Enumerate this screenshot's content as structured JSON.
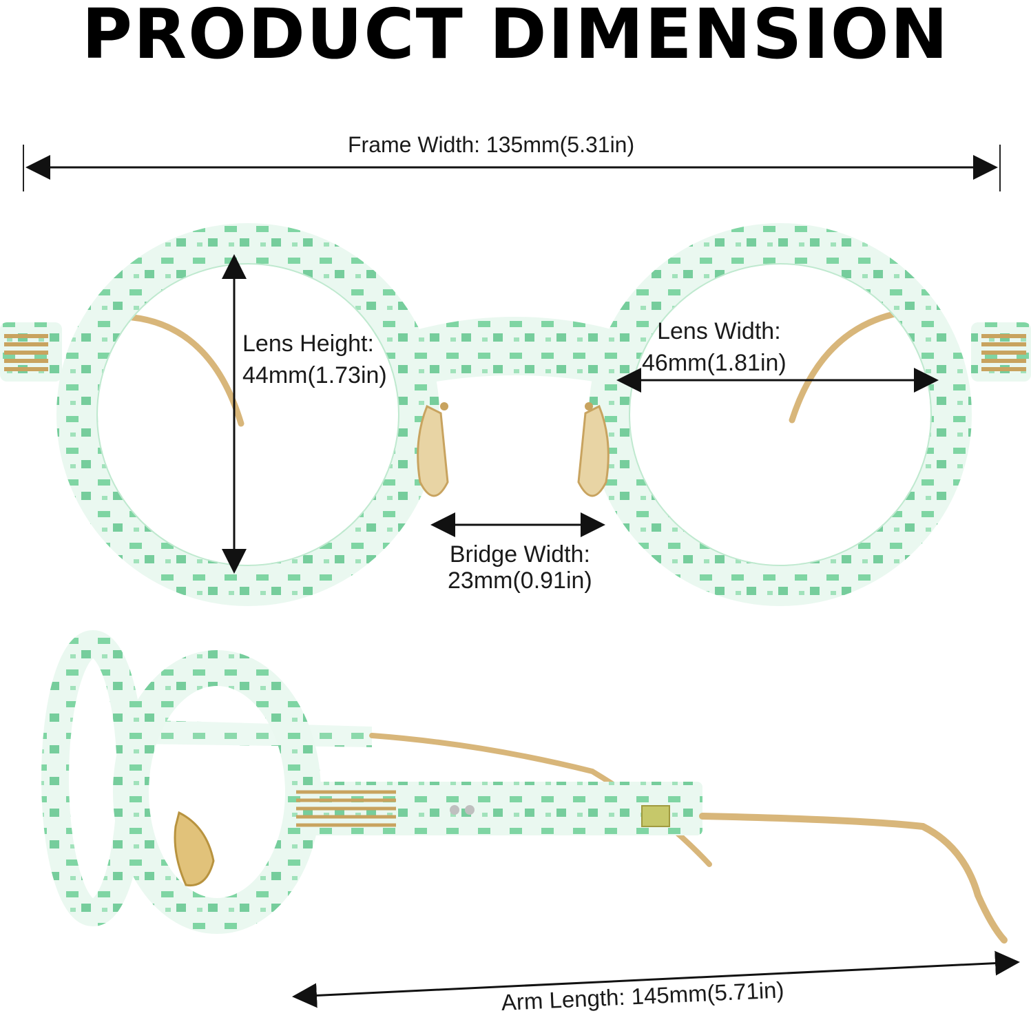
{
  "header": {
    "title": "PRODUCT DIMENSION"
  },
  "dimensions": {
    "frame_width": "Frame Width: 135mm(5.31in)",
    "lens_height_label": "Lens Height:",
    "lens_height_value": "44mm(1.73in)",
    "lens_width_label": "Lens Width:",
    "lens_width_value": "46mm(1.81in)",
    "bridge_width_label": "Bridge Width:",
    "bridge_width_value": "23mm(0.91in)",
    "arm_length": "Arm Length: 145mm(5.71in)"
  },
  "colors": {
    "frame_green": "#5cc98a",
    "frame_clear": "#e9f7ef",
    "metal_gold": "#d8b67a",
    "arrow": "#111111"
  }
}
